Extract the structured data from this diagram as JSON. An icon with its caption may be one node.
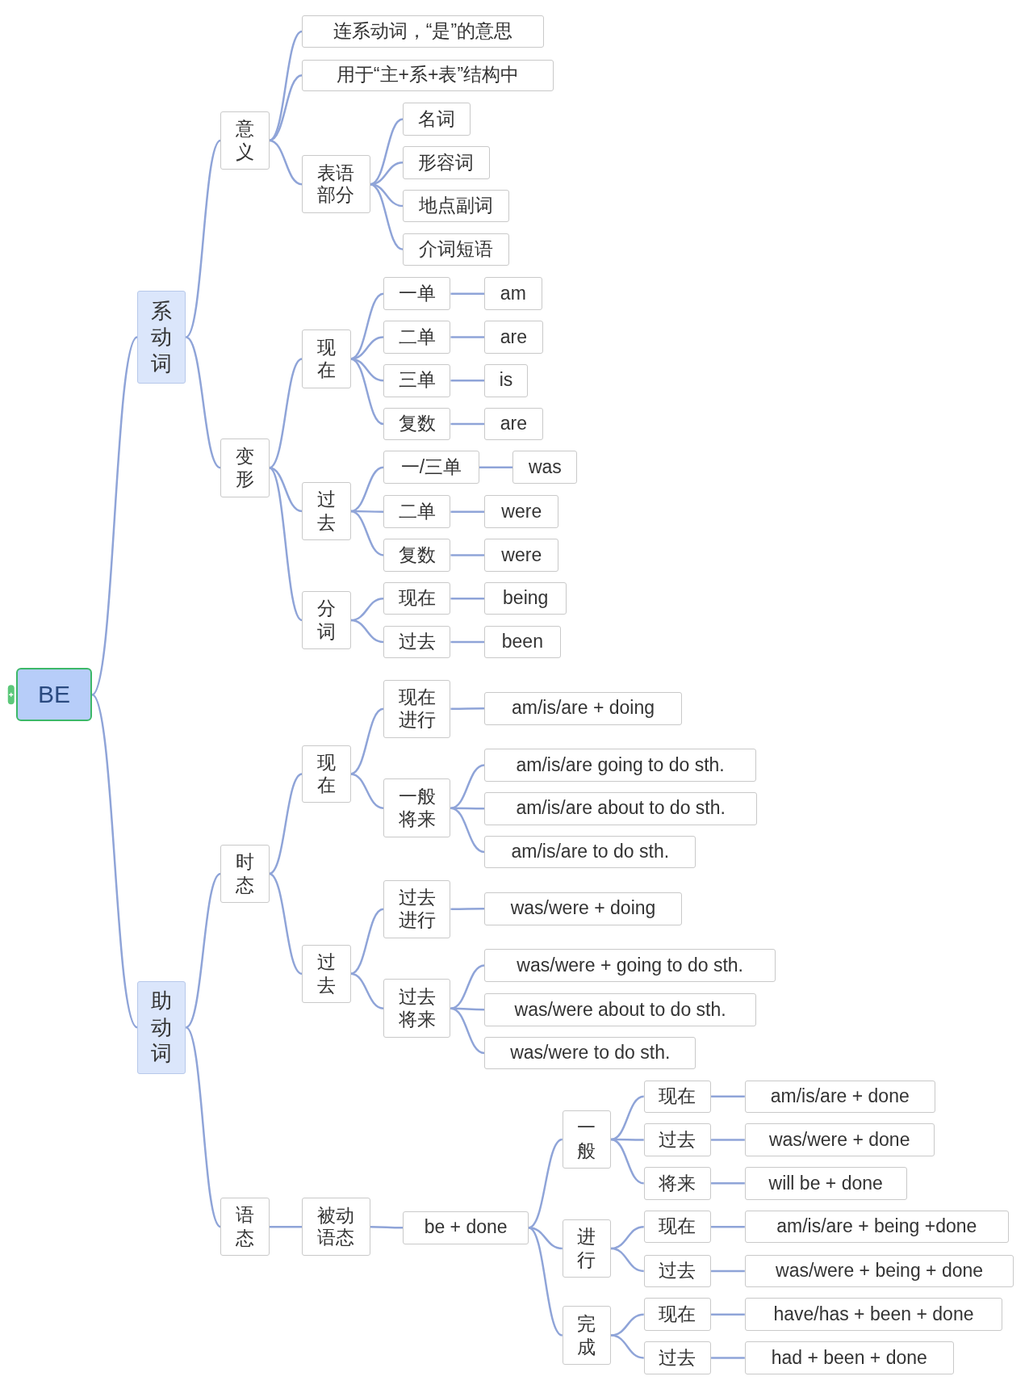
{
  "diagram": {
    "nodes": [
      {
        "text": [
          "BE"
        ]
      },
      {
        "text": [
          "系动词"
        ]
      },
      {
        "text": [
          "意义"
        ]
      },
      {
        "text": [
          "连系动词，“是”的意思"
        ]
      },
      {
        "text": [
          "用于“主+系+表”结构中"
        ]
      },
      {
        "text": [
          "表语部分"
        ]
      },
      {
        "text": [
          "名词"
        ]
      },
      {
        "text": [
          "形容词"
        ]
      },
      {
        "text": [
          "地点副词"
        ]
      },
      {
        "text": [
          "介词短语"
        ]
      },
      {
        "text": [
          "变形"
        ]
      },
      {
        "text": [
          "现在"
        ]
      },
      {
        "text": [
          "一单"
        ]
      },
      {
        "text": [
          "am"
        ]
      },
      {
        "text": [
          "二单"
        ]
      },
      {
        "text": [
          "are"
        ]
      },
      {
        "text": [
          "三单"
        ]
      },
      {
        "text": [
          "is"
        ]
      },
      {
        "text": [
          "复数"
        ]
      },
      {
        "text": [
          "are"
        ]
      },
      {
        "text": [
          "过去"
        ]
      },
      {
        "text": [
          "一/三单"
        ]
      },
      {
        "text": [
          "was"
        ]
      },
      {
        "text": [
          "二单"
        ]
      },
      {
        "text": [
          "were"
        ]
      },
      {
        "text": [
          "复数"
        ]
      },
      {
        "text": [
          "were"
        ]
      },
      {
        "text": [
          "分词"
        ]
      },
      {
        "text": [
          "现在"
        ]
      },
      {
        "text": [
          "being"
        ]
      },
      {
        "text": [
          "过去"
        ]
      },
      {
        "text": [
          "been"
        ]
      },
      {
        "text": [
          "助动词"
        ]
      },
      {
        "text": [
          "时态"
        ]
      },
      {
        "text": [
          "现在"
        ]
      },
      {
        "text": [
          "现在进行"
        ]
      },
      {
        "text": [
          "am/is/are + doing"
        ]
      },
      {
        "text": [
          "一般将来"
        ]
      },
      {
        "text": [
          "am/is/are going to do sth."
        ]
      },
      {
        "text": [
          "am/is/are about to do sth."
        ]
      },
      {
        "text": [
          "am/is/are to do sth."
        ]
      },
      {
        "text": [
          "过去"
        ]
      },
      {
        "text": [
          "过去进行"
        ]
      },
      {
        "text": [
          "was/were + doing"
        ]
      },
      {
        "text": [
          "过去将来"
        ]
      },
      {
        "text": [
          "was/were + going to do sth."
        ]
      },
      {
        "text": [
          "was/were about to do sth."
        ]
      },
      {
        "text": [
          "was/were to do sth."
        ]
      },
      {
        "text": [
          "语态"
        ]
      },
      {
        "text": [
          "被动语态"
        ]
      },
      {
        "text": [
          "be + done"
        ]
      },
      {
        "text": [
          "一般"
        ]
      },
      {
        "text": [
          "现在"
        ]
      },
      {
        "text": [
          "am/is/are + done"
        ]
      },
      {
        "text": [
          "过去"
        ]
      },
      {
        "text": [
          "was/were + done"
        ]
      },
      {
        "text": [
          "将来"
        ]
      },
      {
        "text": [
          "will be + done"
        ]
      },
      {
        "text": [
          "进行"
        ]
      },
      {
        "text": [
          "现在"
        ]
      },
      {
        "text": [
          "am/is/are + being +done"
        ]
      },
      {
        "text": [
          "过去"
        ]
      },
      {
        "text": [
          "was/were + being + done"
        ]
      },
      {
        "text": [
          "完成"
        ]
      },
      {
        "text": [
          "现在"
        ]
      },
      {
        "text": [
          "have/has + been + done"
        ]
      },
      {
        "text": [
          "过去"
        ]
      },
      {
        "text": [
          "had + been + done"
        ]
      }
    ],
    "edges": [
      {
        "from": 0,
        "to": 1,
        "arrow": "none"
      },
      {
        "from": 1,
        "to": 2,
        "arrow": "none"
      },
      {
        "from": 2,
        "to": 3,
        "arrow": "none"
      },
      {
        "from": 2,
        "to": 4,
        "arrow": "none"
      },
      {
        "from": 2,
        "to": 5,
        "arrow": "none"
      },
      {
        "from": 5,
        "to": 6,
        "arrow": "none"
      },
      {
        "from": 5,
        "to": 7,
        "arrow": "none"
      },
      {
        "from": 5,
        "to": 8,
        "arrow": "none"
      },
      {
        "from": 5,
        "to": 9,
        "arrow": "none"
      },
      {
        "from": 1,
        "to": 10,
        "arrow": "none"
      },
      {
        "from": 10,
        "to": 11,
        "arrow": "none"
      },
      {
        "from": 11,
        "to": 12,
        "arrow": "none"
      },
      {
        "from": 12,
        "to": 13,
        "arrow": "none"
      },
      {
        "from": 11,
        "to": 14,
        "arrow": "none"
      },
      {
        "from": 14,
        "to": 15,
        "arrow": "none"
      },
      {
        "from": 11,
        "to": 16,
        "arrow": "none"
      },
      {
        "from": 16,
        "to": 17,
        "arrow": "none"
      },
      {
        "from": 11,
        "to": 18,
        "arrow": "none"
      },
      {
        "from": 18,
        "to": 19,
        "arrow": "none"
      },
      {
        "from": 10,
        "to": 20,
        "arrow": "none"
      },
      {
        "from": 20,
        "to": 21,
        "arrow": "none"
      },
      {
        "from": 21,
        "to": 22,
        "arrow": "none"
      },
      {
        "from": 20,
        "to": 23,
        "arrow": "none"
      },
      {
        "from": 23,
        "to": 24,
        "arrow": "none"
      },
      {
        "from": 20,
        "to": 25,
        "arrow": "none"
      },
      {
        "from": 25,
        "to": 26,
        "arrow": "none"
      },
      {
        "from": 10,
        "to": 27,
        "arrow": "none"
      },
      {
        "from": 27,
        "to": 28,
        "arrow": "none"
      },
      {
        "from": 28,
        "to": 29,
        "arrow": "none"
      },
      {
        "from": 27,
        "to": 30,
        "arrow": "none"
      },
      {
        "from": 30,
        "to": 31,
        "arrow": "none"
      },
      {
        "from": 0,
        "to": 32,
        "arrow": "none"
      },
      {
        "from": 32,
        "to": 33,
        "arrow": "none"
      },
      {
        "from": 33,
        "to": 34,
        "arrow": "none"
      },
      {
        "from": 34,
        "to": 35,
        "arrow": "none"
      },
      {
        "from": 35,
        "to": 36,
        "arrow": "none"
      },
      {
        "from": 34,
        "to": 37,
        "arrow": "none"
      },
      {
        "from": 37,
        "to": 38,
        "arrow": "none"
      },
      {
        "from": 37,
        "to": 39,
        "arrow": "none"
      },
      {
        "from": 37,
        "to": 40,
        "arrow": "none"
      },
      {
        "from": 33,
        "to": 41,
        "arrow": "none"
      },
      {
        "from": 41,
        "to": 42,
        "arrow": "none"
      },
      {
        "from": 42,
        "to": 43,
        "arrow": "none"
      },
      {
        "from": 41,
        "to": 44,
        "arrow": "none"
      },
      {
        "from": 44,
        "to": 45,
        "arrow": "none"
      },
      {
        "from": 44,
        "to": 46,
        "arrow": "none"
      },
      {
        "from": 44,
        "to": 47,
        "arrow": "none"
      },
      {
        "from": 32,
        "to": 48,
        "arrow": "none"
      },
      {
        "from": 48,
        "to": 49,
        "arrow": "none"
      },
      {
        "from": 49,
        "to": 50,
        "arrow": "none"
      },
      {
        "from": 50,
        "to": 51,
        "arrow": "none"
      },
      {
        "from": 51,
        "to": 52,
        "arrow": "none"
      },
      {
        "from": 52,
        "to": 53,
        "arrow": "none"
      },
      {
        "from": 51,
        "to": 54,
        "arrow": "none"
      },
      {
        "from": 54,
        "to": 55,
        "arrow": "none"
      },
      {
        "from": 51,
        "to": 56,
        "arrow": "none"
      },
      {
        "from": 56,
        "to": 57,
        "arrow": "none"
      },
      {
        "from": 50,
        "to": 58,
        "arrow": "none"
      },
      {
        "from": 58,
        "to": 59,
        "arrow": "none"
      },
      {
        "from": 59,
        "to": 60,
        "arrow": "none"
      },
      {
        "from": 58,
        "to": 61,
        "arrow": "none"
      },
      {
        "from": 61,
        "to": 62,
        "arrow": "none"
      },
      {
        "from": 50,
        "to": 63,
        "arrow": "none"
      },
      {
        "from": 63,
        "to": 64,
        "arrow": "none"
      },
      {
        "from": 64,
        "to": 65,
        "arrow": "none"
      },
      {
        "from": 63,
        "to": 66,
        "arrow": "none"
      },
      {
        "from": 66,
        "to": 67,
        "arrow": "none"
      }
    ]
  }
}
